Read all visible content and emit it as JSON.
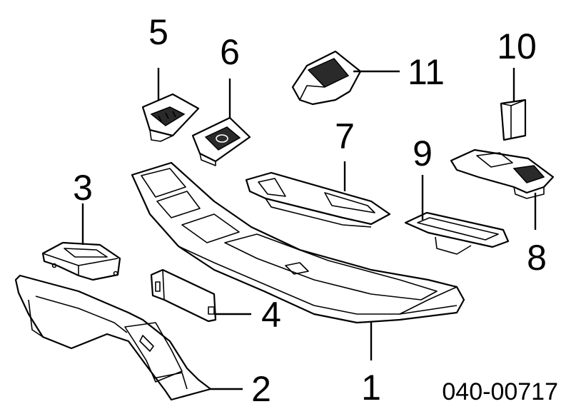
{
  "callouts": [
    {
      "id": "1",
      "label": "1"
    },
    {
      "id": "2",
      "label": "2"
    },
    {
      "id": "3",
      "label": "3"
    },
    {
      "id": "4",
      "label": "4"
    },
    {
      "id": "5",
      "label": "5"
    },
    {
      "id": "6",
      "label": "6"
    },
    {
      "id": "7",
      "label": "7"
    },
    {
      "id": "8",
      "label": "8"
    },
    {
      "id": "9",
      "label": "9"
    },
    {
      "id": "10",
      "label": "10"
    },
    {
      "id": "11",
      "label": "11"
    }
  ],
  "reference_code": "040-00717"
}
